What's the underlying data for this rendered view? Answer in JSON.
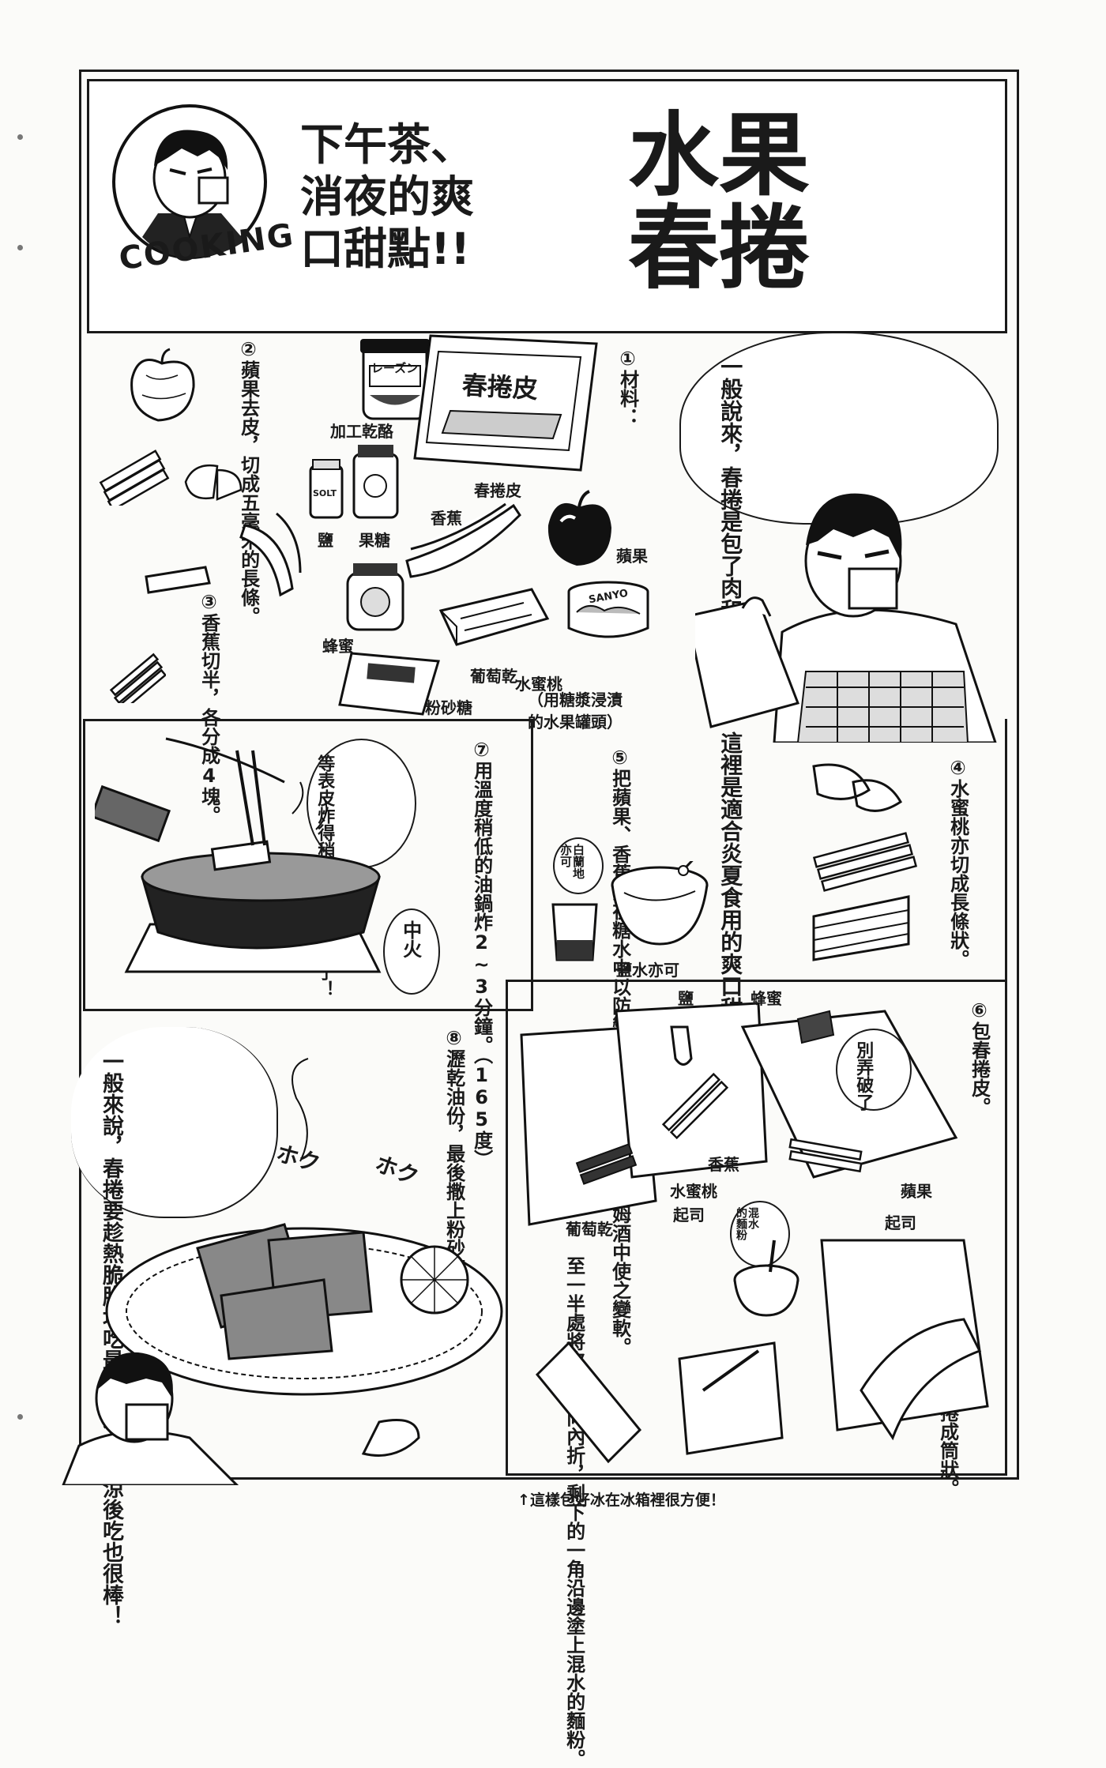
{
  "header": {
    "badge_text": "COOKING",
    "subtitle": "下午茶、\n消夜的爽\n口甜點!!",
    "title": "水果\n春捲"
  },
  "steps": {
    "s1": "①材料：",
    "s2": "②蘋果去皮，切成五毫米的長條。",
    "s3": "③香蕉切半，各分成4塊。",
    "s4": "④水蜜桃亦切成長條狀。",
    "s5": "⑤把蘋果、香蕉浸在糖水中以防變色，葡萄乾則泡在蘭姆酒中使之變軟。",
    "s6": "⑥包春捲皮。",
    "s7": "⑦用溫度稍低的油鍋炸2~3分鐘。（165度）",
    "s8": "⑧瀝乾油份，最後撒上粉砂糖!!"
  },
  "speech": {
    "intro": "一般說來，春捲是包了肉和菜的炸食，這裡是適合炎夏食用的爽口甜點！",
    "fry": "等表皮炸得稍稍變色，就好了！",
    "heat": "中火",
    "dont_break": "別弄破了",
    "closing": "一般來說，春捲要趁熱脆脆地吃最好，不過冰涼後吃也很棒！"
  },
  "ingredients": {
    "cheese": "加工乾酪",
    "wrapper": "春捲皮",
    "wrapper_pkg": "春捲皮",
    "banana": "香蕉",
    "apple": "蘋果",
    "salt": "鹽",
    "fructose": "果糖",
    "honey": "蜂蜜",
    "raisin": "葡萄乾",
    "peach": "水蜜桃",
    "peach_note": "（用糖漿浸漬\n的水果罐頭）",
    "powder_sugar": "粉砂糖",
    "cheese_pkg": "レーズン",
    "salt_pkg": "SOLT",
    "can_pkg": "SANYO"
  },
  "step5": {
    "brandy": "白蘭地\n亦可",
    "saltwater": "鹽水亦可"
  },
  "step6": {
    "salt": "鹽",
    "honey": "蜂蜜",
    "banana": "香蕉",
    "peach": "水蜜桃",
    "cheese": "起司",
    "raisin": "葡萄乾",
    "apple": "蘋果",
    "cheese2": "起司",
    "flour": "混水\n的麵粉",
    "fold": "至一半處將皮兩角向內折，剩下的一角沿邊塗上混水的麵粉。",
    "roll": "先捲成筒狀。"
  },
  "sfx": {
    "hoku1": "ホク",
    "hoku2": "ホク"
  },
  "footer": "↑這樣包好冰在冰箱裡很方便！"
}
